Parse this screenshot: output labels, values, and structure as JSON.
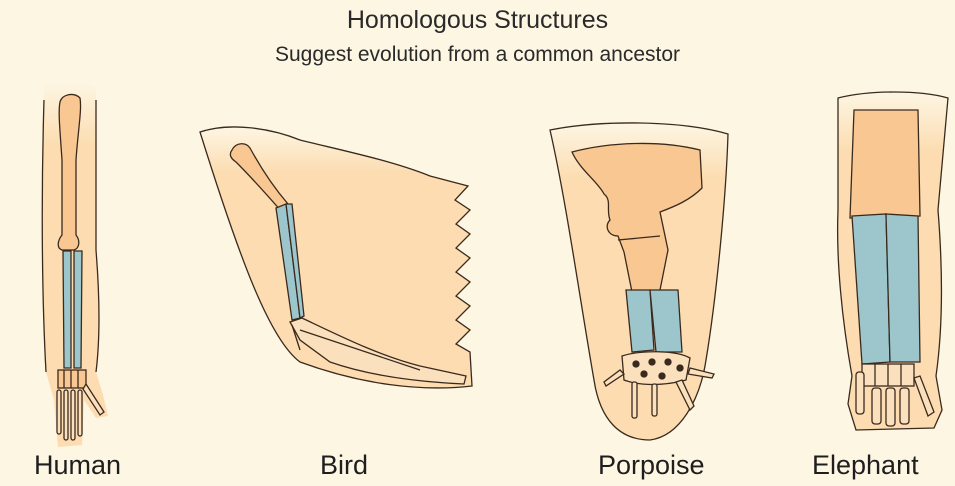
{
  "title": "Homologous Structures",
  "subtitle": "Suggest evolution from a common ancestor",
  "specimens": [
    {
      "label": "Human"
    },
    {
      "label": "Bird"
    },
    {
      "label": "Porpoise"
    },
    {
      "label": "Elephant"
    }
  ],
  "colors": {
    "background": "#fdf6e3",
    "skin": "#fcdcb0",
    "humerus": "#f8c792",
    "radius_ulna": "#9cc6cc",
    "outline": "#3a2a1e"
  }
}
